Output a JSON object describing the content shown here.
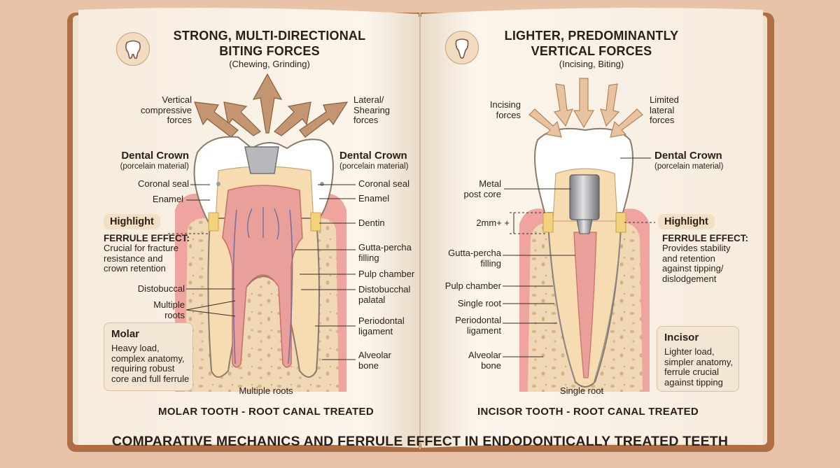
{
  "left": {
    "title_line1": "STRONG, MULTI-DIRECTIONAL",
    "title_line2": "BITING FORCES",
    "subtitle": "(Chewing, Grinding)",
    "vertical_forces": [
      "Vertical",
      "compressive",
      "forces"
    ],
    "lateral_forces": [
      "Lateral/",
      "Shearing",
      "forces"
    ],
    "crown_left": "Dental Crown",
    "crown_left_sub": "(porcelain material)",
    "crown_right": "Dental Crown",
    "crown_right_sub": "(porcelain material)",
    "coronal_seal_left": "Coronal seal",
    "coronal_seal_right": "Coronal seal",
    "enamel_left": "Enamel",
    "enamel_right": "Enamel",
    "highlight": "Highlight",
    "dentin": "Dentin",
    "ferrule_title": "FERRULE EFFECT:",
    "ferrule_text": [
      "Crucial for fracture",
      "resistance and",
      "crown retention"
    ],
    "gutta": [
      "Gutta-percha",
      "filling"
    ],
    "pulp_chamber": "Pulp chamber",
    "distobuccal_left": "Distobuccal",
    "distobuccal_right": [
      "Distobucchal",
      "palatal"
    ],
    "multiple_roots_side": [
      "Multiple",
      "roots"
    ],
    "periodontal": [
      "Periodontal",
      "ligament"
    ],
    "alveolar": [
      "Alveolar",
      "bone"
    ],
    "box_title": "Molar",
    "box_text": [
      "Heavy load,",
      "complex anatomy,",
      "requiring robust",
      "core and full ferrule"
    ],
    "multiple_roots_bottom": "Multiple roots",
    "footer": "MOLAR TOOTH - ROOT CANAL TREATED"
  },
  "right": {
    "title_line1": "LIGHTER, PREDOMINANTLY",
    "title_line2": "VERTICAL FORCES",
    "subtitle": "(Incising, Biting)",
    "incising": [
      "Incising",
      "forces"
    ],
    "limited": [
      "Limited",
      "lateral",
      "forces"
    ],
    "crown": "Dental Crown",
    "crown_sub": "(porcelain material)",
    "metal_post": [
      "Metal",
      "post core"
    ],
    "measure": "2mm+ +",
    "highlight": "Highlight",
    "ferrule_title": "FERRULE EFFECT:",
    "ferrule_text": [
      "Provides stability",
      "and retention",
      "against tipping/",
      "dislodgement"
    ],
    "gutta": [
      "Gutta-percha",
      "filling"
    ],
    "pulp_chamber": "Pulp chamber",
    "single_root_side": "Single root",
    "periodontal": [
      "Periodontal",
      "ligament"
    ],
    "alveolar": [
      "Alveolar",
      "bone"
    ],
    "box_title": "Incisor",
    "box_text": [
      "Lighter load,",
      "simpler anatomy,",
      "ferrule crucial",
      "against tipping"
    ],
    "single_root_bottom": "Single root",
    "footer": "INCISOR TOOTH - ROOT CANAL TREATED"
  },
  "bottom_title": "COMPARATIVE MECHANICS AND FERRULE EFFECT IN ENDODONTICALLY TREATED TEETH",
  "colors": {
    "background": "#e9c3a8",
    "page": "#fbf4ea",
    "cover": "#b06e45",
    "enamel": "#ffffff",
    "dentin": "#f6dcb0",
    "pulp": "#e9a09a",
    "gum": "#f0a4a0",
    "bone": "#f0d7b3",
    "arrow": "#b98762",
    "ferrule": "#f2d27a",
    "metal": "#a9a9ad"
  }
}
